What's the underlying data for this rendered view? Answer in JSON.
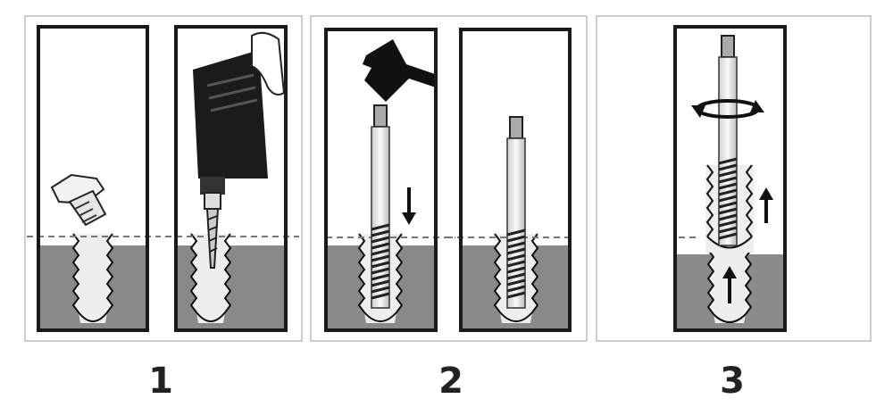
{
  "steps": [
    {
      "label": "1"
    },
    {
      "label": "2"
    },
    {
      "label": "3"
    }
  ],
  "colors": {
    "ground": "#8a8a8a",
    "frame": "#1a1a1a",
    "outer_border": "#bdbdbd"
  }
}
